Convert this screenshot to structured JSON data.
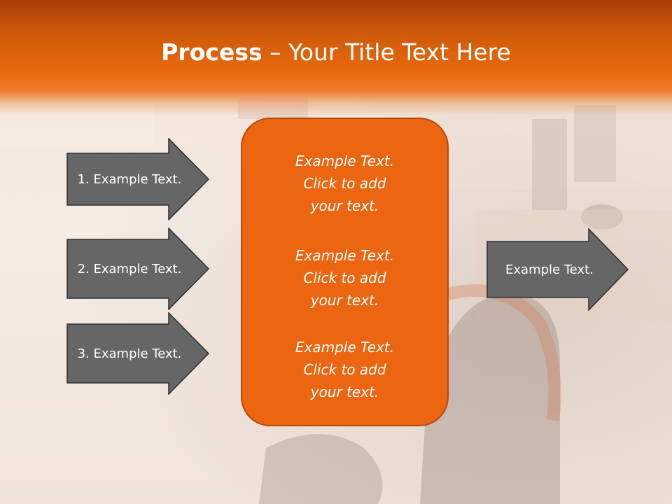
{
  "title": {
    "bold": "Process",
    "rest": " – Your Title Text Here"
  },
  "left_arrows": [
    {
      "label": "1. Example Text."
    },
    {
      "label": "2. Example Text."
    },
    {
      "label": "3. Example Text."
    }
  ],
  "center_box": {
    "paragraphs": [
      "Example Text.\nClick  to add\nyour text.",
      "Example Text.\nClick  to add\nyour text.",
      "Example Text.\nClick  to add\nyour text."
    ]
  },
  "right_arrow": {
    "label": "Example Text."
  },
  "colors": {
    "title_bar": "#e8690c",
    "center_box": "#ec6611",
    "arrow_fill": "#666666",
    "arrow_stroke": "#2e2e2e"
  }
}
